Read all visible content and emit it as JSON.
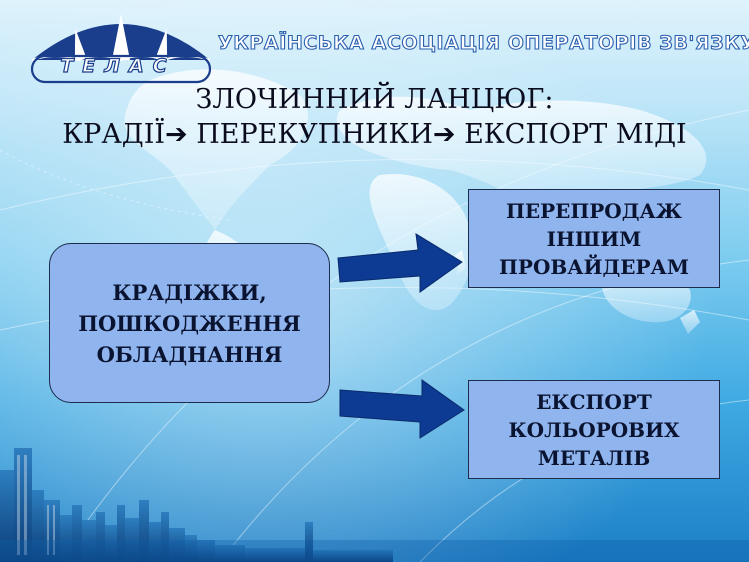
{
  "header": {
    "logo_text": "ТЕЛАС",
    "association_name": "УКРАЇНСЬКА АСОЦІАЦІЯ ОПЕРАТОРІВ ЗВ'ЯЗКУ"
  },
  "title": {
    "line1": "ЗЛОЧИННИЙ ЛАНЦЮГ:",
    "line2": "КРАДІЇ➔ ПЕРЕКУПНИКИ➔ ЕКСПОРТ МІДІ"
  },
  "diagram": {
    "source_box": {
      "line1": "КРАДІЖКИ,",
      "line2": "ПОШКОДЖЕННЯ",
      "line3": "ОБЛАДНАННЯ"
    },
    "target_top": {
      "line1": "ПЕРЕПРОДАЖ",
      "line2": "ІНШИМ",
      "line3": "ПРОВАЙДЕРАМ"
    },
    "target_bottom": {
      "line1": "ЕКСПОРТ",
      "line2": "КОЛЬОРОВИХ",
      "line3": "МЕТАЛІВ"
    }
  },
  "colors": {
    "box_fill": "#8fb4ee",
    "arrow_fill": "#0d3a93",
    "logo_blue": "#1a3e8c"
  }
}
